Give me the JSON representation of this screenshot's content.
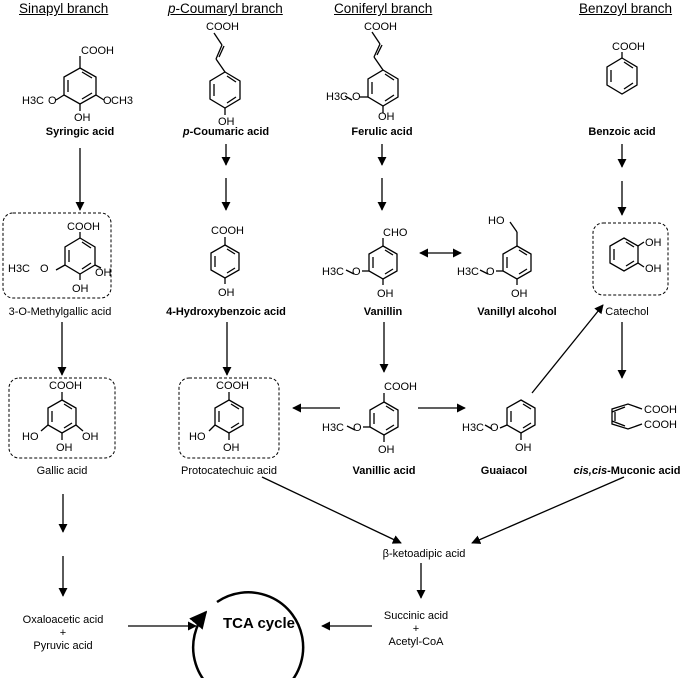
{
  "branches": {
    "sinapyl": "Sinapyl branch",
    "p_coumaryl_italic": "p",
    "p_coumaryl_rest": "-Coumaryl branch",
    "coniferyl": "Coniferyl branch",
    "benzoyl": "Benzoyl branch"
  },
  "compounds": {
    "syringic_acid": "Syringic acid",
    "p_coumaric_italic": "p",
    "p_coumaric_rest": "-Coumaric acid",
    "ferulic_acid": "Ferulic acid",
    "benzoic_acid": "Benzoic acid",
    "methylgallic_acid": "3-O-Methylgallic acid",
    "hydroxybenzoic_acid": "4-Hydroxybenzoic acid",
    "vanillin": "Vanillin",
    "vanillyl_alcohol": "Vanillyl alcohol",
    "catechol": "Catechol",
    "gallic_acid": "Gallic acid",
    "protocatechuic_acid": "Protocatechuic acid",
    "vanillic_acid": "Vanillic acid",
    "guaiacol": "Guaiacol",
    "muconic_italic": "cis,cis",
    "muconic_rest": "-Muconic acid",
    "ketoadipic_acid": "β-ketoadipic acid",
    "oxaloacetic_acid": "Oxaloacetic acid",
    "plus": "+",
    "pyruvic_acid": "Pyruvic acid",
    "succinic_acid": "Succinic acid",
    "acetyl_coa": "Acetyl-CoA"
  },
  "tca_cycle": "TCA cycle",
  "atoms": {
    "cooh": "COOH",
    "cho": "CHO",
    "oh": "OH",
    "ho": "HO",
    "h3c": "H3C",
    "ch3": "CH3",
    "o": "O"
  }
}
